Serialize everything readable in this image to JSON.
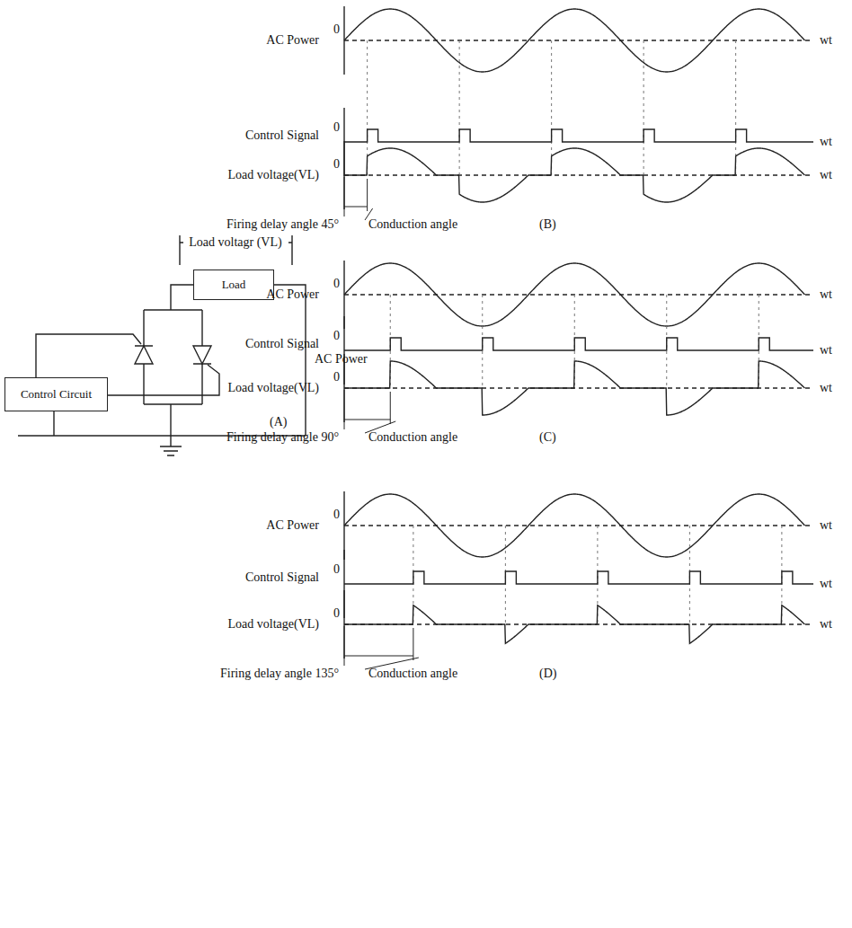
{
  "diagram": {
    "nodes": [
      {
        "text": [
          "Load"
        ]
      },
      {
        "text": [
          "Control Circuit"
        ]
      }
    ],
    "labels": [
      "Load voltagr (VL)",
      "AC Power",
      "(A)",
      "AC Power",
      "0",
      "wt",
      "Control Signal",
      "0",
      "wt",
      "Load voltage(VL)",
      "0",
      "wt",
      "Firing delay angle 45°",
      "Conduction angle",
      "(B)",
      "AC Power",
      "0",
      "wt",
      "Control Signal",
      "0",
      "wt",
      "Load voltage(VL)",
      "0",
      "wt",
      "Firing delay angle 90°",
      "Conduction angle",
      "(C)",
      "AC Power",
      "0",
      "wt",
      "Control Signal",
      "0",
      "wt",
      "Load voltage(VL)",
      "0",
      "wt",
      "Firing delay angle 135°",
      "Conduction angle",
      "(D)"
    ]
  }
}
